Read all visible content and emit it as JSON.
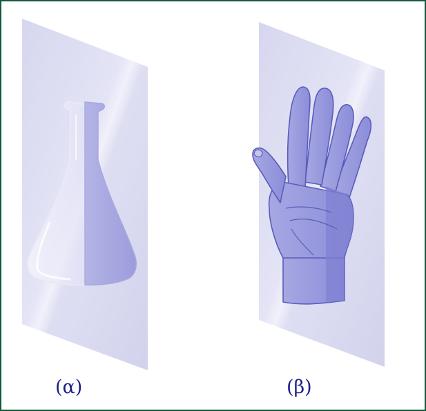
{
  "panels": [
    {
      "label": "(α)",
      "subject": "flask"
    },
    {
      "label": "(β)",
      "subject": "hand"
    }
  ],
  "colors": {
    "frame": "#0f5a3a",
    "label": "#1a1f8a",
    "mirror_plane": "#dcdcf2",
    "object_fill": "#8e8fdc",
    "object_outline": "#5a5cb8"
  }
}
